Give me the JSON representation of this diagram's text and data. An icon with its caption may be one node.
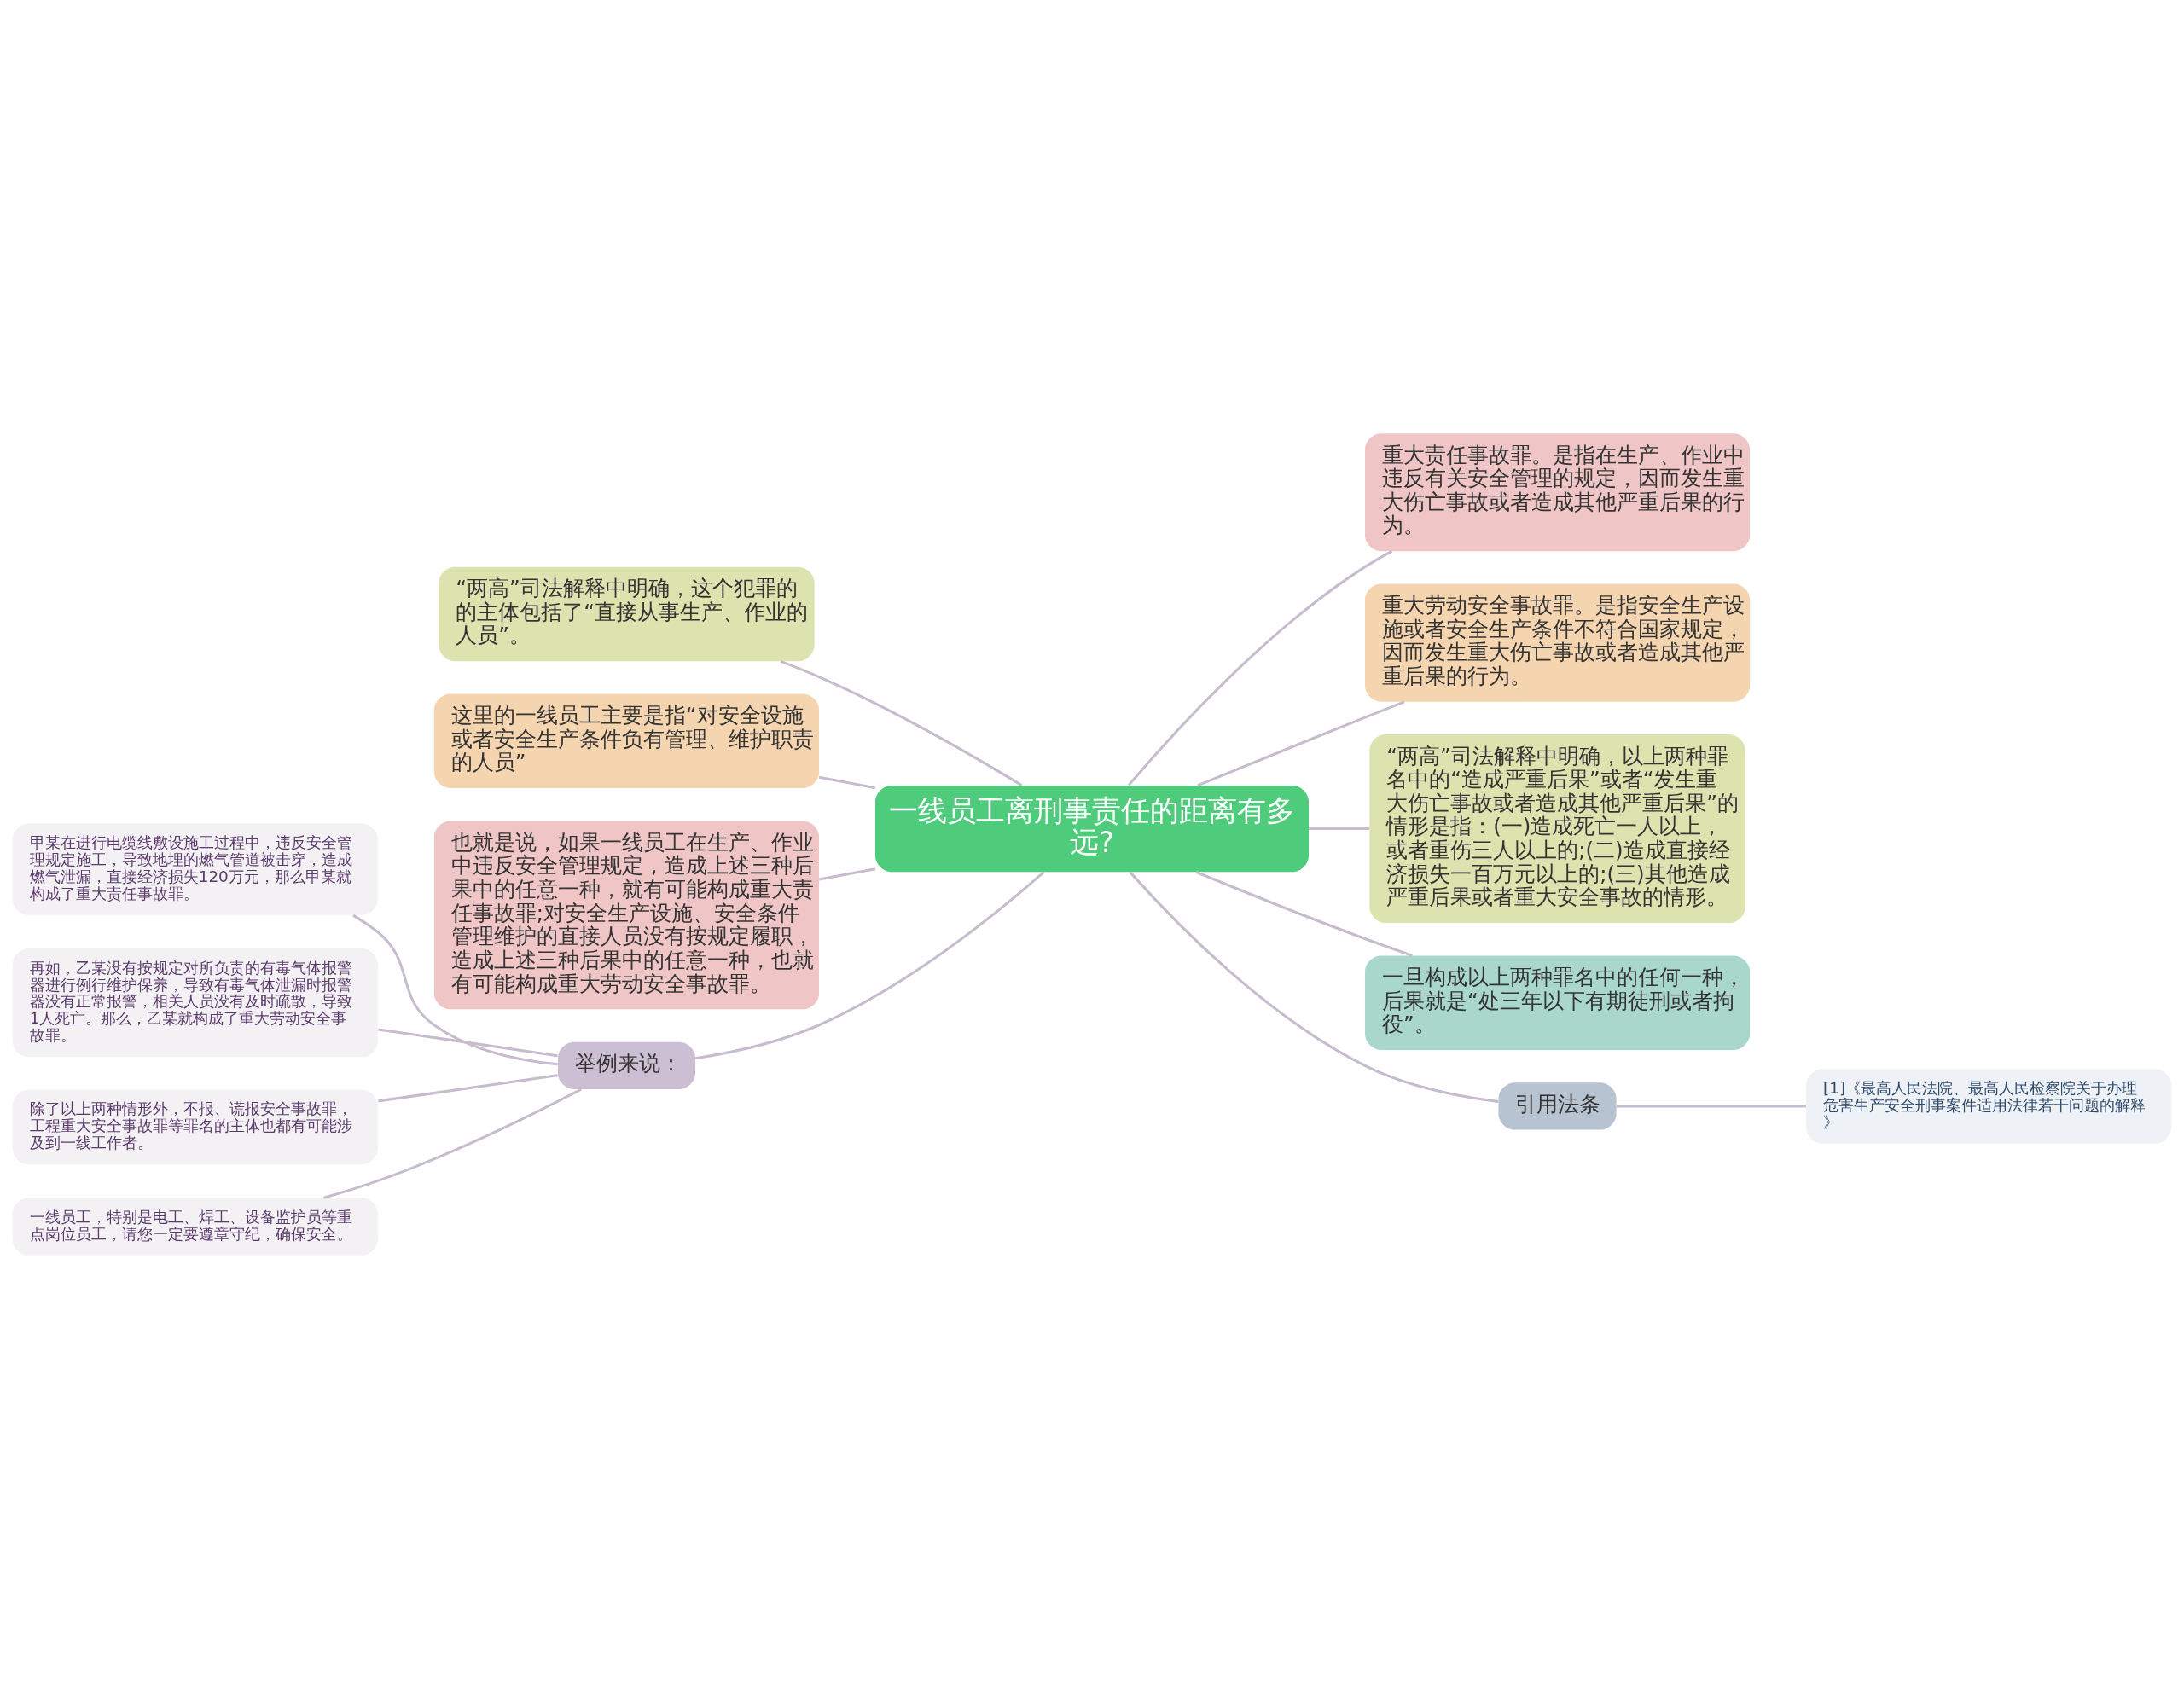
{
  "diagram": {
    "nodes": [
      {
        "text": [
          "一线员工离刑事责任的距离有多远?"
        ]
      },
      {
        "text": [
          "“两高”司法解释中明确，这个犯罪的的主体包括了“直接从事生产、作业的人员”。"
        ]
      },
      {
        "text": [
          "这里的一线员工主要是指“对安全设施或者安全生产条件负有管理、维护职责的人员”"
        ]
      },
      {
        "text": [
          "也就是说，如果一线员工在生产、作业中违反安全管理规定，造成上述三种后果中的任意一种，就有可能构成重大责任事故罪;对安全生产设施、安全条件管理维护的直接人员没有按规定履职，造成上述三种后果中的任意一种，也就有可能构成重大劳动安全事故罪。"
        ]
      },
      {
        "text": [
          "举例来说："
        ]
      },
      {
        "text": [
          "甲某在进行电缆线敷设施工过程中，违反安全管理规定施工，导致地埋的燃气管道被击穿，造成燃气泄漏，直接经济损失120万元，那么甲某就构成了重大责任事故罪。"
        ]
      },
      {
        "text": [
          "再如，乙某没有按规定对所负责的有毒气体报警器进行例行维护保养，导致有毒气体泄漏时报警器没有正常报警，相关人员没有及时疏散，导致1人死亡。那么，乙某就构成了重大劳动安全事故罪。"
        ]
      },
      {
        "text": [
          "除了以上两种情形外，不报、谎报安全事故罪，工程重大安全事故罪等罪名的主体也都有可能涉及到一线工作者。"
        ]
      },
      {
        "text": [
          "一线员工，特别是电工、焊工、设备监护员等重点岗位员工，请您一定要遵章守纪，确保安全。"
        ]
      },
      {
        "text": [
          "重大责任事故罪。是指在生产、作业中违反有关安全管理的规定，因而发生重大伤亡事故或者造成其他严重后果的行为。"
        ]
      },
      {
        "text": [
          "重大劳动安全事故罪。是指安全生产设施或者安全生产条件不符合国家规定，因而发生重大伤亡事故或者造成其他严重后果的行为。"
        ]
      },
      {
        "text": [
          "“两高”司法解释中明确，以上两种罪名中的“造成严重后果”或者“发生重大伤亡事故或者造成其他严重后果”的情形是指：(一)造成死亡一人以上，或者重伤三人以上的;(二)造成直接经济损失一百万元以上的;(三)其他造成严重后果或者重大安全事故的情形。"
        ]
      },
      {
        "text": [
          "一旦构成以上两种罪名中的任何一种，后果就是“处三年以下有期徒刑或者拘役”。"
        ]
      },
      {
        "text": [
          "引用法条"
        ]
      },
      {
        "text": [
          "[1]《最高人民法院、最高人民检察院关于办理危害生产安全刑事案件适用法律若干问题的解释》"
        ]
      }
    ],
    "edges": [
      {
        "from": 0,
        "to": 1,
        "arrow": "none"
      },
      {
        "from": 0,
        "to": 2,
        "arrow": "none"
      },
      {
        "from": 0,
        "to": 3,
        "arrow": "none"
      },
      {
        "from": 0,
        "to": 4,
        "arrow": "none"
      },
      {
        "from": 4,
        "to": 5,
        "arrow": "none"
      },
      {
        "from": 4,
        "to": 6,
        "arrow": "none"
      },
      {
        "from": 4,
        "to": 7,
        "arrow": "none"
      },
      {
        "from": 4,
        "to": 8,
        "arrow": "none"
      },
      {
        "from": 0,
        "to": 9,
        "arrow": "none"
      },
      {
        "from": 0,
        "to": 10,
        "arrow": "none"
      },
      {
        "from": 0,
        "to": 11,
        "arrow": "none"
      },
      {
        "from": 0,
        "to": 12,
        "arrow": "none"
      },
      {
        "from": 0,
        "to": 13,
        "arrow": "none"
      },
      {
        "from": 13,
        "to": 14,
        "arrow": "none"
      }
    ]
  }
}
